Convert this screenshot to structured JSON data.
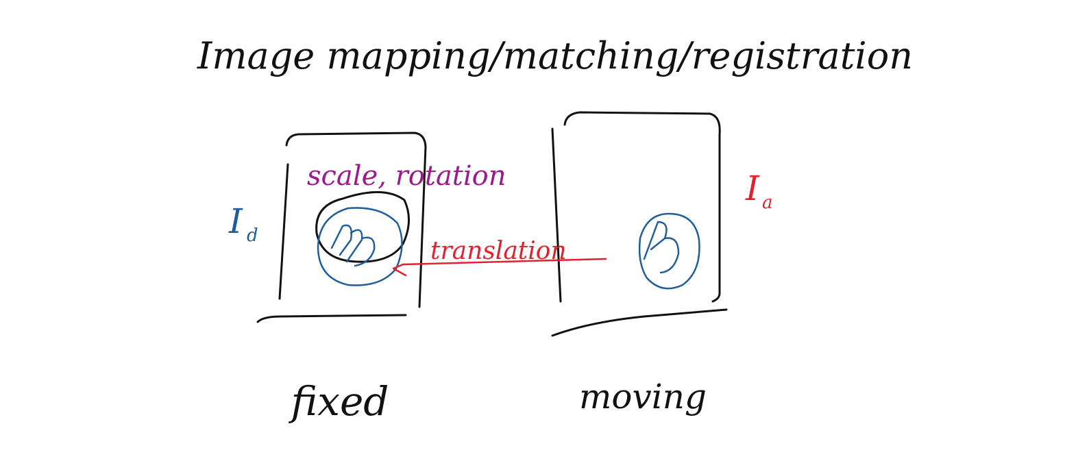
{
  "title": "Image mapping/matching/registration",
  "fixed_image": {
    "symbol": "I",
    "subscript": "d",
    "caption": "fixed",
    "transform_label": "scale, rotation"
  },
  "moving_image": {
    "symbol": "I",
    "subscript": "a",
    "caption": "moving"
  },
  "arrow": {
    "label": "translation"
  },
  "colors": {
    "ink": "#111111",
    "fixed_symbol": "#1f5e9a",
    "moving_symbol": "#e0222e",
    "transform_label": "#9b1a8c",
    "arrow": "#e0222e",
    "object": "#1f5e9a"
  }
}
